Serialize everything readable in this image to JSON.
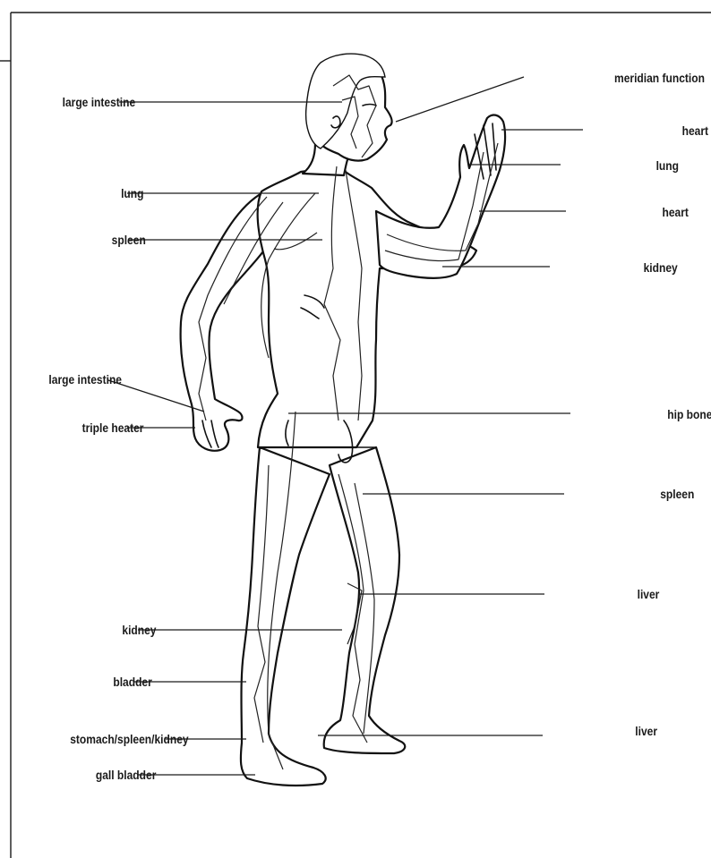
{
  "labels": {
    "meridian_function": "meridian function",
    "large_intestine_head": "large intestine",
    "heart_protector": "heart protector",
    "lung_hand": "lung",
    "lung_chest": "lung",
    "heart": "heart",
    "spleen_chest": "spleen",
    "kidney_arm": "kidney",
    "large_intestine_wrist": "large intestine",
    "hip_bone": "hip bone",
    "triple_heater": "triple heater",
    "spleen_leg": "spleen",
    "liver_knee": "liver",
    "kidney_leg": "kidney",
    "bladder": "bladder",
    "liver_foot": "liver",
    "stomach_spleen_kidney": "stomach/spleen/kidney",
    "gall_bladder": "gall bladder"
  }
}
